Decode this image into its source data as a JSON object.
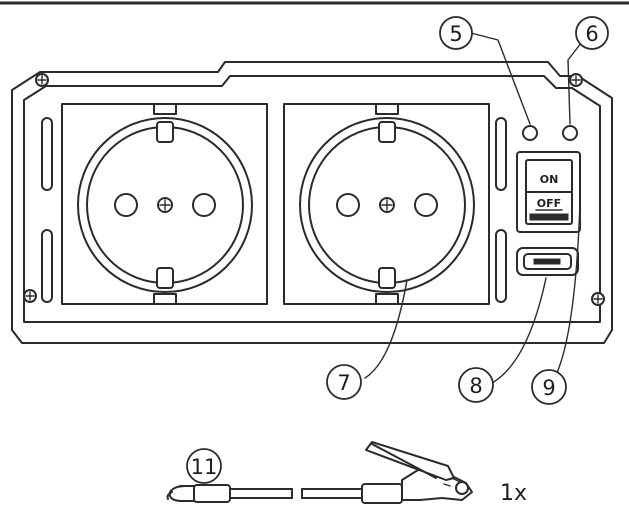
{
  "callouts": [
    {
      "id": "5",
      "label": "5"
    },
    {
      "id": "6",
      "label": "6"
    },
    {
      "id": "7",
      "label": "7"
    },
    {
      "id": "8",
      "label": "8"
    },
    {
      "id": "9",
      "label": "9"
    },
    {
      "id": "11",
      "label": "11"
    }
  ],
  "switch": {
    "on_label": "ON",
    "off_label": "OFF"
  },
  "cable": {
    "quantity": "1x"
  }
}
